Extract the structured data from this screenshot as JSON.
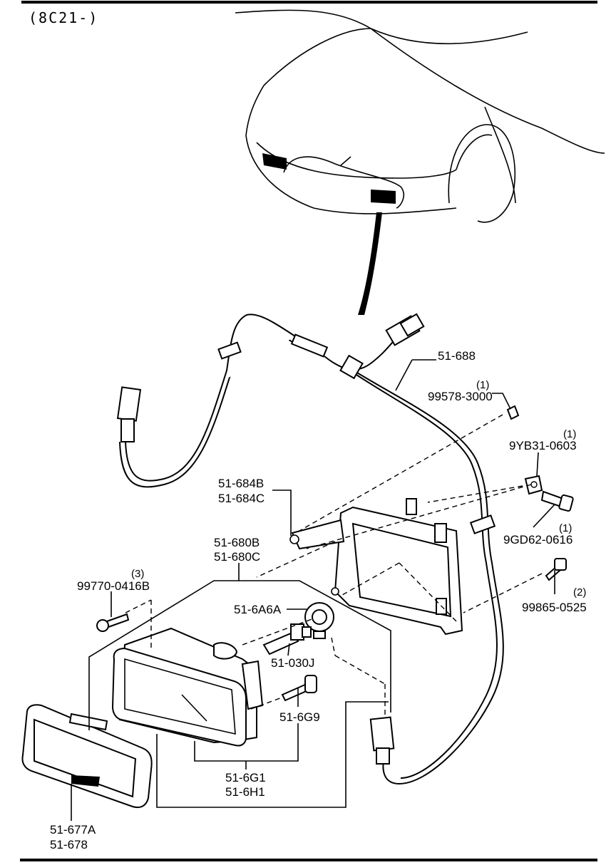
{
  "header": {
    "code": "(8C21-)"
  },
  "labels": {
    "harness": "51-688",
    "clip_qty": "(1)",
    "clip": "99578-3000",
    "nut_qty": "(1)",
    "nut": "9YB31-0603",
    "bolt_qty": "(1)",
    "bolt": "9GD62-0616",
    "screw2_qty": "(2)",
    "screw2": "99865-0525",
    "bracket_a": "51-684B",
    "bracket_b": "51-684C",
    "lamp_a": "51-680B",
    "lamp_b": "51-680C",
    "screw3_qty": "(3)",
    "screw3": "99770-0416B",
    "socket": "51-6A6A",
    "bulb": "51-030J",
    "adjuster": "51-6G9",
    "lens_a": "51-6G1",
    "lens_b": "51-6H1",
    "bezel_a": "51-677A",
    "bezel_b": "51-678"
  }
}
